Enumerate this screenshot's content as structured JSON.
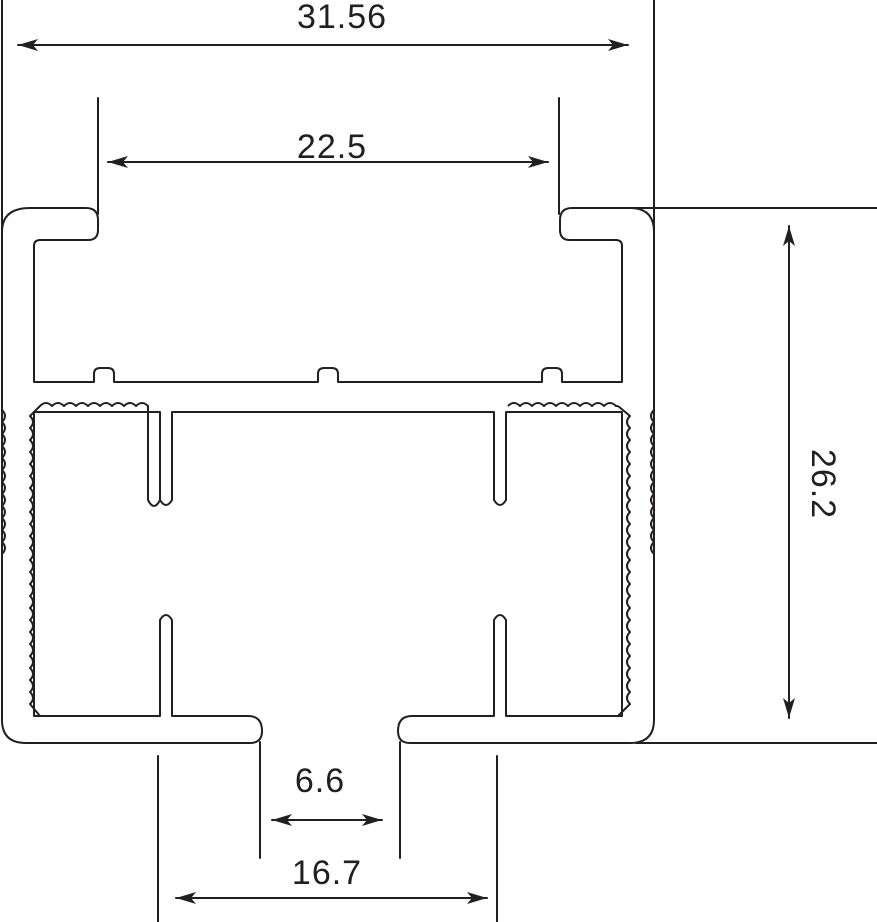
{
  "dimensions": {
    "overall_width": "31.56",
    "top_opening": "22.5",
    "height": "26.2",
    "slot_width": "6.6",
    "bottom_width": "16.7"
  }
}
